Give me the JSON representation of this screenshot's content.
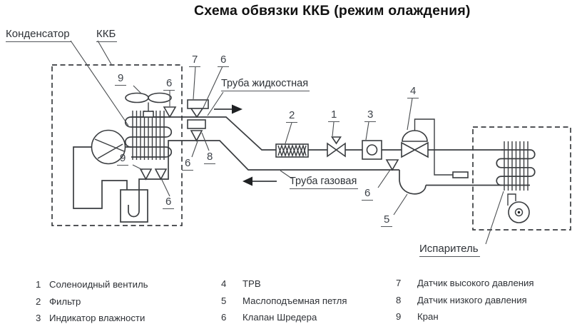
{
  "title": "Схема обвязки ККБ (режим олаждения)",
  "labels": {
    "condenser": "Конденсатор",
    "unit": "ККБ",
    "liquid_pipe": "Труба жидкостная",
    "gas_pipe": "Труба газовая",
    "evaporator": "Испаритель"
  },
  "callouts": {
    "fan_crane": "9",
    "liquid_schrader_in": "6",
    "hp_sensor": "7",
    "liquid_schrader_out": "6",
    "filter": "2",
    "solenoid": "1",
    "indicator": "3",
    "txv": "4",
    "lp_sensor": "8",
    "lp_schrader": "6",
    "crane_bottom": "9",
    "receiver_schrader": "6",
    "gas_schrader": "6",
    "oil_loop": "5"
  },
  "legend": [
    {
      "num": "1",
      "label": "Соленоидный вентиль"
    },
    {
      "num": "2",
      "label": "Фильтр"
    },
    {
      "num": "3",
      "label": "Индикатор влажности"
    },
    {
      "num": "4",
      "label": "ТРВ"
    },
    {
      "num": "5",
      "label": "Маслоподъемная петля"
    },
    {
      "num": "6",
      "label": "Клапан Шредера"
    },
    {
      "num": "7",
      "label": "Датчик высокого давления"
    },
    {
      "num": "8",
      "label": "Датчик низкого давления"
    },
    {
      "num": "9",
      "label": "Кран"
    }
  ],
  "colors": {
    "line": "#3a3d40",
    "text": "#2e3237",
    "background": "#ffffff"
  }
}
